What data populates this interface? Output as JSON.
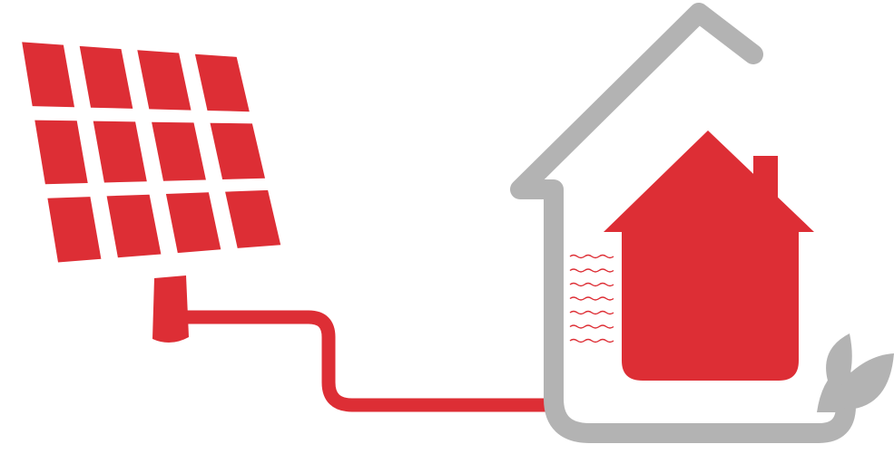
{
  "colors": {
    "background": "#ffffff",
    "accent_red": "#dd2e35",
    "outline_grey": "#b3b3b3"
  },
  "icons": [
    "solar-panel-icon",
    "cable-icon",
    "house-outline-icon",
    "house-icon",
    "heat-wave-icon",
    "leaf-icon"
  ],
  "solar_panel": {
    "rows": 3,
    "columns": 4
  },
  "heat_waves": {
    "count": 7
  }
}
